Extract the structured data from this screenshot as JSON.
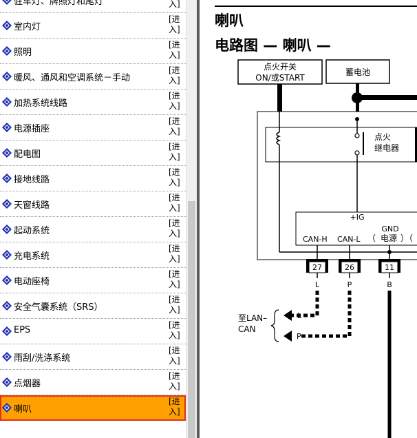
{
  "nav": {
    "items": [
      {
        "label": "驻车灯、牌照灯和尾灯",
        "enter": "[进入]"
      },
      {
        "label": "室内灯",
        "enter": "[进入]"
      },
      {
        "label": "照明",
        "enter": "[进入]"
      },
      {
        "label": "暖风、通风和空调系统－手动",
        "enter": "[进入]"
      },
      {
        "label": "加热系统线路",
        "enter": "[进入]"
      },
      {
        "label": "电源插座",
        "enter": "[进入]"
      },
      {
        "label": "配电图",
        "enter": "[进入]"
      },
      {
        "label": "接地线路",
        "enter": "[进入]"
      },
      {
        "label": "天窗线路",
        "enter": "[进入]"
      },
      {
        "label": "起动系统",
        "enter": "[进入]"
      },
      {
        "label": "充电系统",
        "enter": "[进入]"
      },
      {
        "label": "电动座椅",
        "enter": "[进入]"
      },
      {
        "label": "安全气囊系统（SRS）",
        "enter": "[进入]"
      },
      {
        "label": "EPS",
        "enter": "[进入]"
      },
      {
        "label": "雨刮/洗涤系统",
        "enter": "[进入]"
      },
      {
        "label": "点烟器",
        "enter": "[进入]"
      },
      {
        "label": "喇叭",
        "enter": "[进入]"
      }
    ],
    "selected_index": 16,
    "selected_color": "#ff9f00",
    "selected_border": "#e4301c"
  },
  "content": {
    "page_title": "喇叭",
    "diagram_title": "电路图 — 喇叭 —",
    "diagram": {
      "ignition_switch_line1": "点火开关",
      "ignition_switch_line2": "ON/或START",
      "battery": "蓄电池",
      "relay_line1": "点火",
      "relay_line2": "继电器",
      "ig_label": "+IG",
      "gnd_label": "GND",
      "can_h": "CAN-H",
      "can_l": "CAN-L",
      "power": "电源",
      "paren_open": "（",
      "paren_close": "）（",
      "connector_27": "27",
      "connector_26": "26",
      "connector_11": "11",
      "wire_l": "L",
      "wire_p": "P",
      "wire_b": "B",
      "to_lan_line1": "至LAN–",
      "to_lan_line2": "CAN",
      "arrow_l": "L",
      "arrow_p": "P"
    }
  }
}
